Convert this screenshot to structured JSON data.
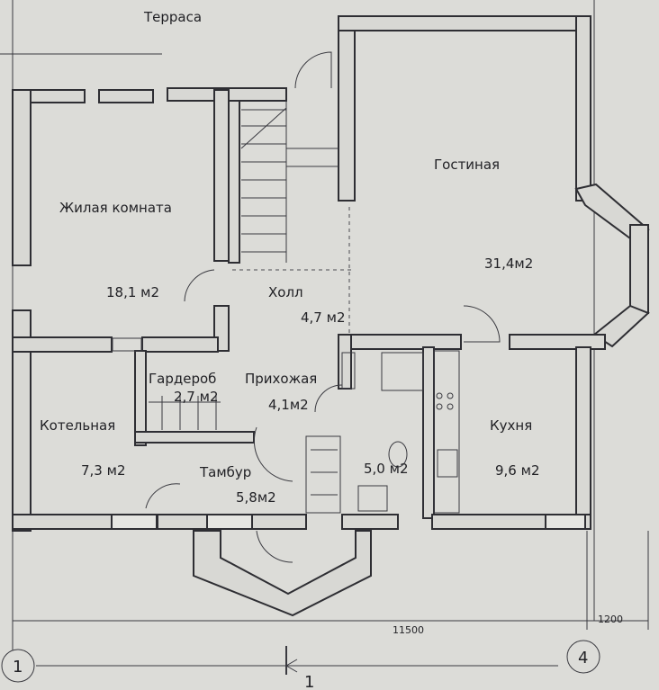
{
  "plan": {
    "rooms": [
      {
        "name": "Терраса"
      },
      {
        "name": "Гостиная",
        "area": "31,4м2"
      },
      {
        "name": "Жилая комната",
        "area": "18,1 м2"
      },
      {
        "name": "Холл",
        "area": "4,7 м2"
      },
      {
        "name": "Гардероб",
        "area": "2,7 м2"
      },
      {
        "name": "Прихожая",
        "area": "4,1м2"
      },
      {
        "name": "Котельная",
        "area": "7,3 м2"
      },
      {
        "name": "Тамбур",
        "area": "5,8м2"
      },
      {
        "name": "Кухня",
        "area": "9,6 м2"
      },
      {
        "name": "",
        "area": "5,0 м2"
      }
    ],
    "dimensions": [
      "11500",
      "1200"
    ],
    "axes": [
      "1",
      "4"
    ],
    "section_mark": "1"
  }
}
